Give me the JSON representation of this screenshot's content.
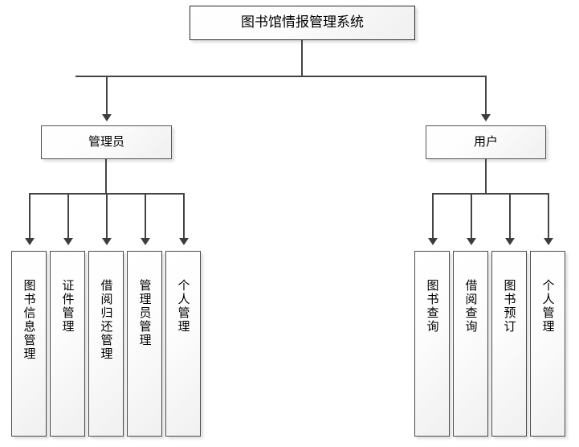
{
  "diagram": {
    "title": "图书馆情报管理系统",
    "type": "hierarchy-tree",
    "root": {
      "id": "root",
      "label": "图书馆情报管理系统"
    },
    "branches": [
      {
        "id": "admin",
        "label": "管理员",
        "leaves": [
          {
            "id": "book-info-mgmt",
            "label": "图书信息管理"
          },
          {
            "id": "credential-mgmt",
            "label": "证件管理"
          },
          {
            "id": "borrow-return-mgmt",
            "label": "借阅归还管理"
          },
          {
            "id": "administrator-mgmt",
            "label": "管理员管理"
          },
          {
            "id": "personal-mgmt-admin",
            "label": "个人管理"
          }
        ]
      },
      {
        "id": "user",
        "label": "用户",
        "leaves": [
          {
            "id": "book-query",
            "label": "图书查询"
          },
          {
            "id": "borrow-query",
            "label": "借阅查询"
          },
          {
            "id": "book-reservation",
            "label": "图书预订"
          },
          {
            "id": "personal-mgmt-user",
            "label": "个人管理"
          }
        ]
      }
    ],
    "colors": {
      "line": "#444444",
      "border": "#3a3a3a",
      "fill_light": "#ffffff",
      "fill_dark": "#f0f0f0",
      "text": "#000000",
      "background": "#ffffff"
    }
  }
}
